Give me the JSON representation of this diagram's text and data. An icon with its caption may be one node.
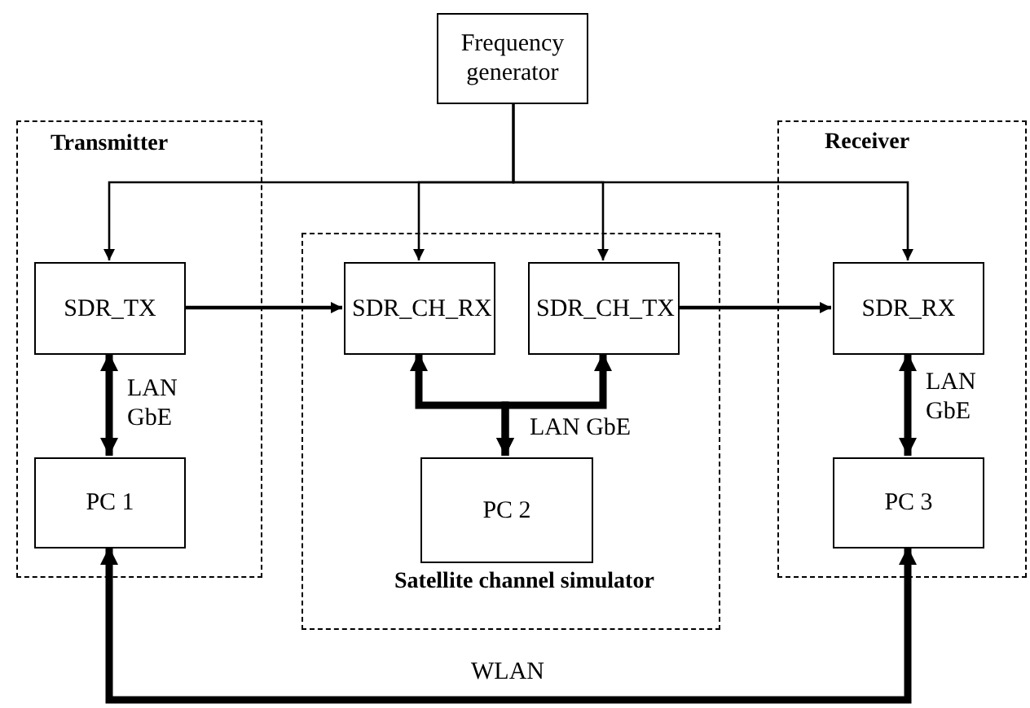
{
  "diagram": {
    "nodes": [
      {
        "text": [
          "Frequency generator"
        ]
      },
      {
        "text": [
          "Transmitter"
        ]
      },
      {
        "text": [
          "SDR_TX"
        ],
        "in": 1
      },
      {
        "text": [
          "PC 1"
        ],
        "in": 1
      },
      {
        "text": [
          "Satellite channel simulator"
        ]
      },
      {
        "text": [
          "SDR_CH_RX"
        ],
        "in": 4
      },
      {
        "text": [
          "SDR_CH_TX"
        ],
        "in": 4
      },
      {
        "text": [
          "PC 2"
        ],
        "in": 4
      },
      {
        "text": [
          "Receiver"
        ]
      },
      {
        "text": [
          "SDR_RX"
        ],
        "in": 8
      },
      {
        "text": [
          "PC 3"
        ],
        "in": 8
      }
    ],
    "edges": [
      {
        "from": 0,
        "to": 2,
        "arrow": "to"
      },
      {
        "from": 0,
        "to": 5,
        "arrow": "to"
      },
      {
        "from": 0,
        "to": 6,
        "arrow": "to"
      },
      {
        "from": 0,
        "to": 9,
        "arrow": "to"
      },
      {
        "from": 2,
        "to": 5,
        "arrow": "to"
      },
      {
        "from": 6,
        "to": 9,
        "arrow": "to"
      },
      {
        "from": 2,
        "to": 3,
        "arrow": "both",
        "label": "LAN GbE",
        "style": "thick"
      },
      {
        "from": 7,
        "to": 5,
        "arrow": "both",
        "label": "LAN GbE",
        "style": "thick"
      },
      {
        "from": 7,
        "to": 6,
        "arrow": "both",
        "style": "thick"
      },
      {
        "from": 9,
        "to": 10,
        "arrow": "both",
        "label": "LAN GbE",
        "style": "thick"
      },
      {
        "from": 3,
        "to": 10,
        "arrow": "both",
        "label": "WLAN",
        "style": "thick"
      }
    ]
  }
}
